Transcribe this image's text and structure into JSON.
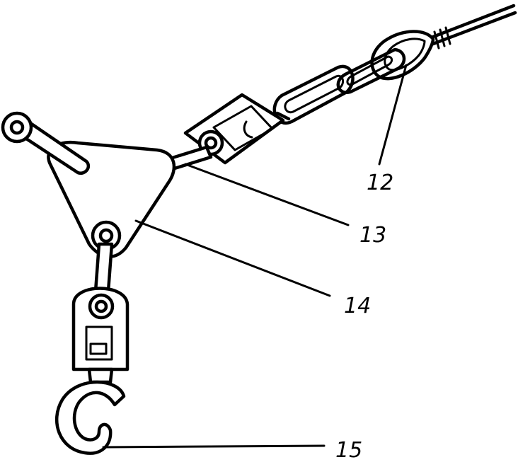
{
  "labels": {
    "l12": "12",
    "l13": "13",
    "l14": "14",
    "l15": "15"
  },
  "colors": {
    "ink": "#000000",
    "paper": "#ffffff"
  }
}
